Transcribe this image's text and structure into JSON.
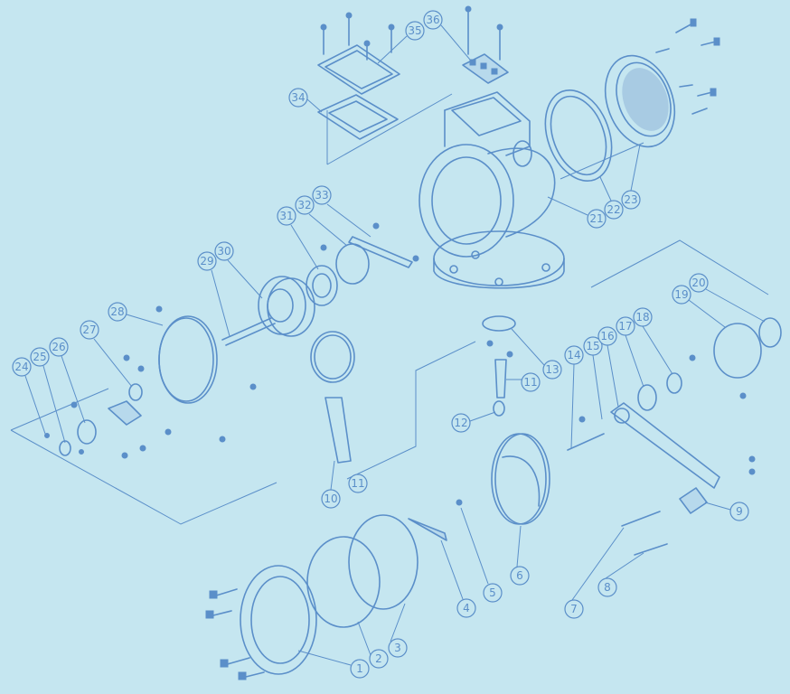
{
  "diagram": {
    "part_numbers": [
      "1",
      "2",
      "3",
      "4",
      "5",
      "6",
      "7",
      "8",
      "9",
      "10",
      "11",
      "11",
      "12",
      "13",
      "14",
      "15",
      "16",
      "17",
      "18",
      "19",
      "20",
      "21",
      "22",
      "23",
      "24",
      "25",
      "26",
      "27",
      "28",
      "29",
      "30",
      "31",
      "32",
      "33",
      "34",
      "35",
      "36"
    ]
  },
  "colors": {
    "background": "#c5e6f0",
    "line": "#5b8fc9",
    "fill": "#b7d9ec"
  }
}
